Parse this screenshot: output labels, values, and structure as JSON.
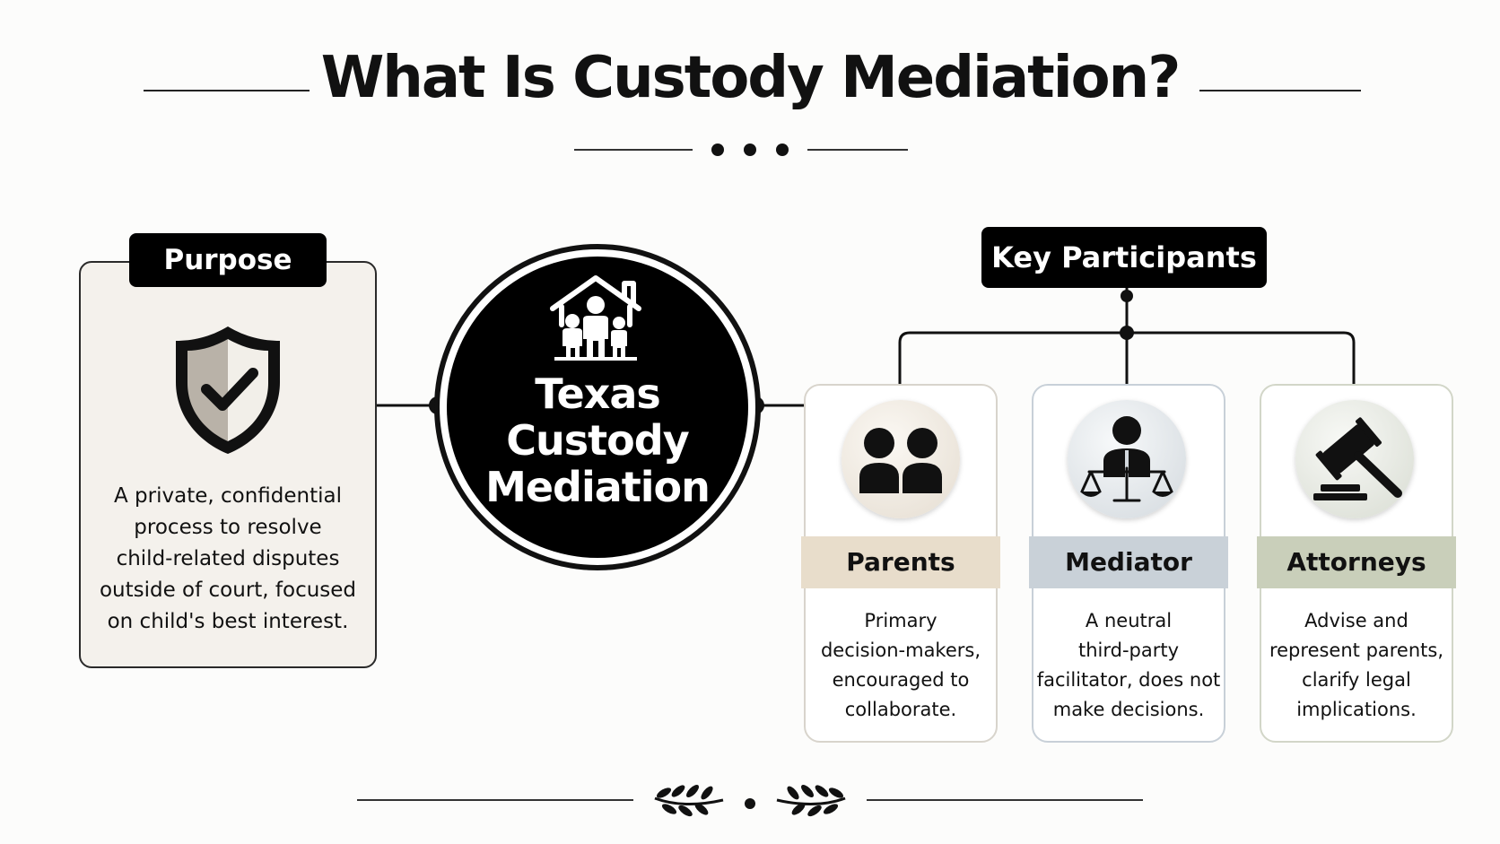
{
  "title": "What Is Custody Mediation?",
  "purpose": {
    "tag": "Purpose",
    "icon": "shield-check-icon",
    "lines": [
      "A private, confidential",
      "process to resolve",
      "child-related disputes",
      "outside of court, focused",
      "on child's best interest."
    ]
  },
  "center": {
    "icon": "house-family-icon",
    "lines": [
      "Texas",
      "Custody",
      "Mediation"
    ]
  },
  "participants": {
    "tag": "Key Participants",
    "items": [
      {
        "label": "Parents",
        "icon": "two-people-icon",
        "band_color": "#e8ddcb",
        "lines": [
          "Primary",
          "decision-makers,",
          "encouraged to",
          "collaborate."
        ]
      },
      {
        "label": "Mediator",
        "icon": "mediator-scales-icon",
        "band_color": "#c9d1d8",
        "lines": [
          "A neutral",
          "third-party",
          "facilitator, does not",
          "make decisions."
        ]
      },
      {
        "label": "Attorneys",
        "icon": "gavel-icon",
        "band_color": "#c9cfba",
        "lines": [
          "Advise and",
          "represent parents,",
          "clarify legal",
          "implications."
        ]
      }
    ]
  }
}
